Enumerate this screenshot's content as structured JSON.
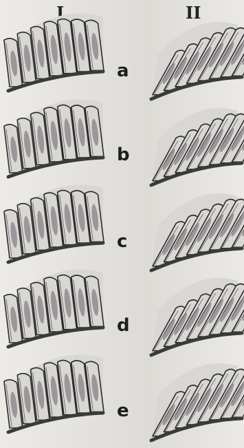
{
  "columns": {
    "left_label": "I",
    "right_label": "II"
  },
  "rows": [
    {
      "label": "a"
    },
    {
      "label": "b"
    },
    {
      "label": "c"
    },
    {
      "label": "d"
    },
    {
      "label": "e"
    }
  ],
  "colors": {
    "ink": "#2a2a2a",
    "blade_fill": "#d9d7d3",
    "shade": "#8f8b8f",
    "base": "#3a3a3a",
    "paper": "#e6e4df"
  }
}
